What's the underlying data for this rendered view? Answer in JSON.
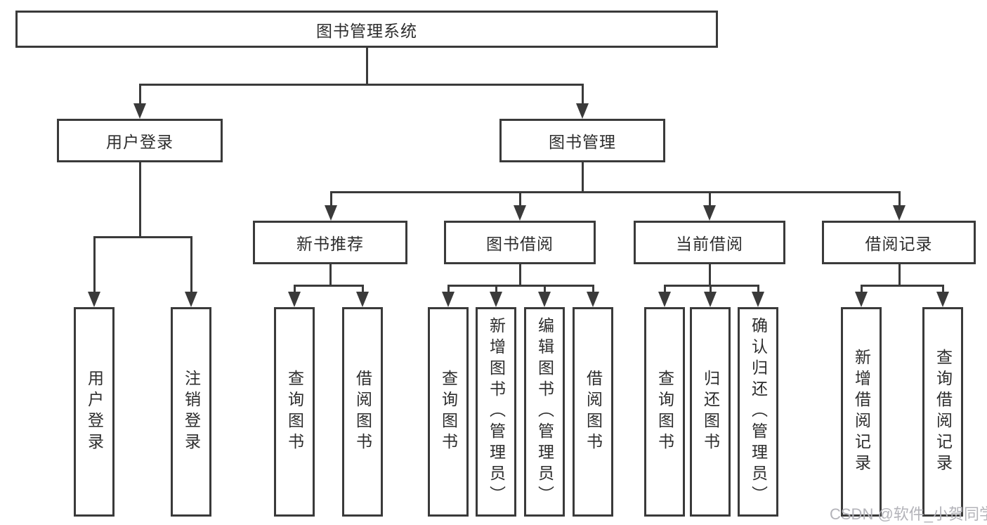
{
  "diagram": {
    "type": "tree-diagram",
    "root": {
      "label": "图书管理系统"
    },
    "branches": [
      {
        "label": "用户登录",
        "children": [
          {
            "label": "用户登录"
          },
          {
            "label": "注销登录"
          }
        ]
      },
      {
        "label": "图书管理",
        "children": [
          {
            "label": "新书推荐",
            "children": [
              {
                "label": "查询图书"
              },
              {
                "label": "借阅图书"
              }
            ]
          },
          {
            "label": "图书借阅",
            "children": [
              {
                "label": "查询图书"
              },
              {
                "label": "新增图书（管理员）"
              },
              {
                "label": "编辑图书（管理员）"
              },
              {
                "label": "借阅图书"
              }
            ]
          },
          {
            "label": "当前借阅",
            "children": [
              {
                "label": "查询图书"
              },
              {
                "label": "归还图书"
              },
              {
                "label": "确认归还（管理员）"
              }
            ]
          },
          {
            "label": "借阅记录",
            "children": [
              {
                "label": "新增借阅记录"
              },
              {
                "label": "查询借阅记录"
              }
            ]
          }
        ]
      }
    ],
    "watermark": "CSDN @软件_小贺同学",
    "colors": {
      "line": "#3a3a3a",
      "text": "#2d2d2d",
      "box_fill": "#ffffff",
      "background": "#ffffff",
      "watermark": "#b3b3b9"
    }
  }
}
